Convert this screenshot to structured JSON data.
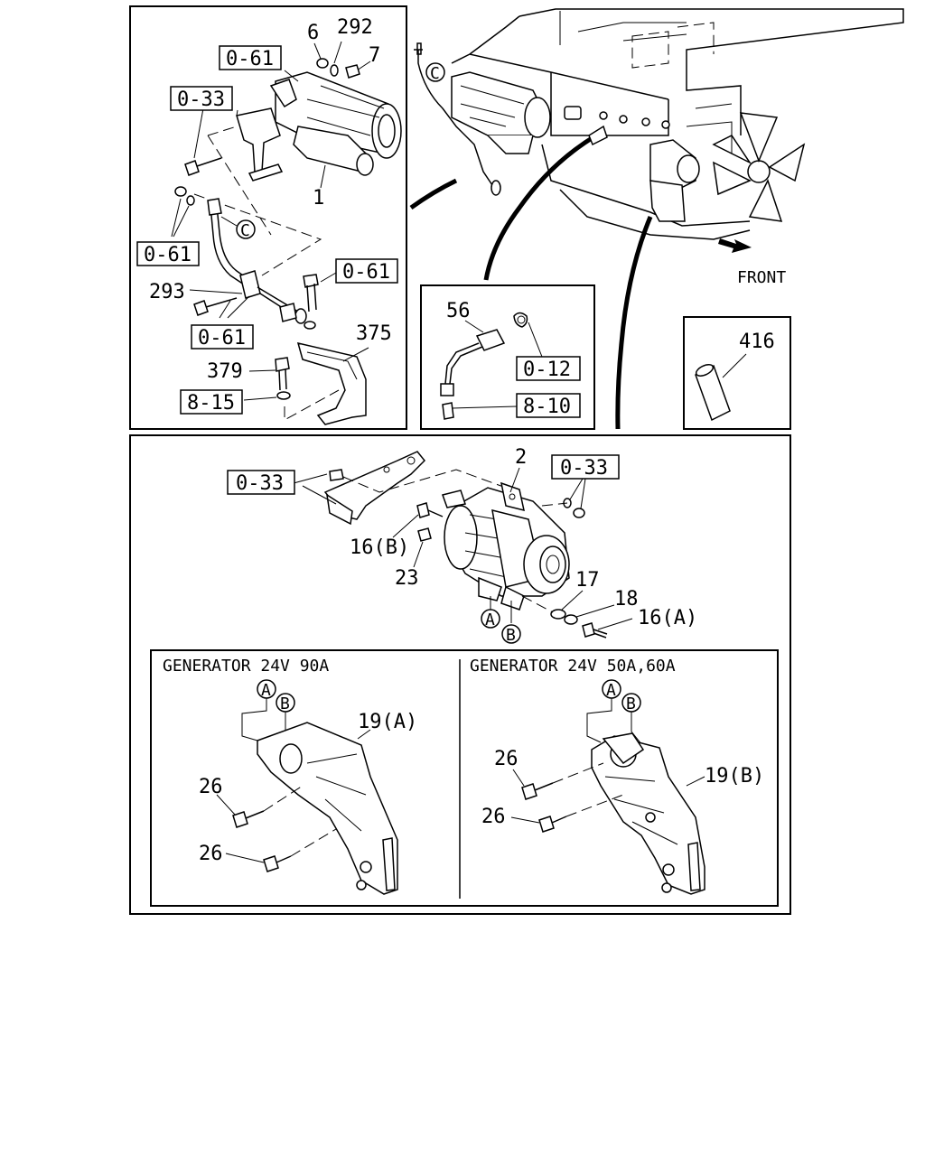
{
  "labels": {
    "front": "FRONT",
    "starter": {
      "ref_061_top": "0-61",
      "ref_033": "0-33",
      "ref_061_left": "0-61",
      "ref_061_right": "0-61",
      "ref_061_bottom": "0-61",
      "ref_815": "8-15",
      "p6": "6",
      "p292": "292",
      "p7": "7",
      "p1": "1",
      "p293": "293",
      "p375": "375",
      "p379": "379",
      "callout_c": "C"
    },
    "engine_callout_c": "C",
    "sensor": {
      "p56": "56",
      "ref_012": "0-12",
      "ref_810": "8-10"
    },
    "sleeve": {
      "p416": "416"
    },
    "generator": {
      "p2": "2",
      "ref_033_left": "0-33",
      "ref_033_right": "0-33",
      "p16b": "16(B)",
      "p23": "23",
      "p17": "17",
      "p18": "18",
      "p16a": "16(A)",
      "callout_a": "A",
      "callout_b": "B"
    },
    "bracket_90a": {
      "title": "GENERATOR 24V 90A",
      "p19a": "19(A)",
      "p26_top": "26",
      "p26_bottom": "26",
      "callout_a": "A",
      "callout_b": "B"
    },
    "bracket_50a": {
      "title": "GENERATOR 24V 50A,60A",
      "p19b": "19(B)",
      "p26_top": "26",
      "p26_bottom": "26",
      "callout_a": "A",
      "callout_b": "B"
    }
  }
}
